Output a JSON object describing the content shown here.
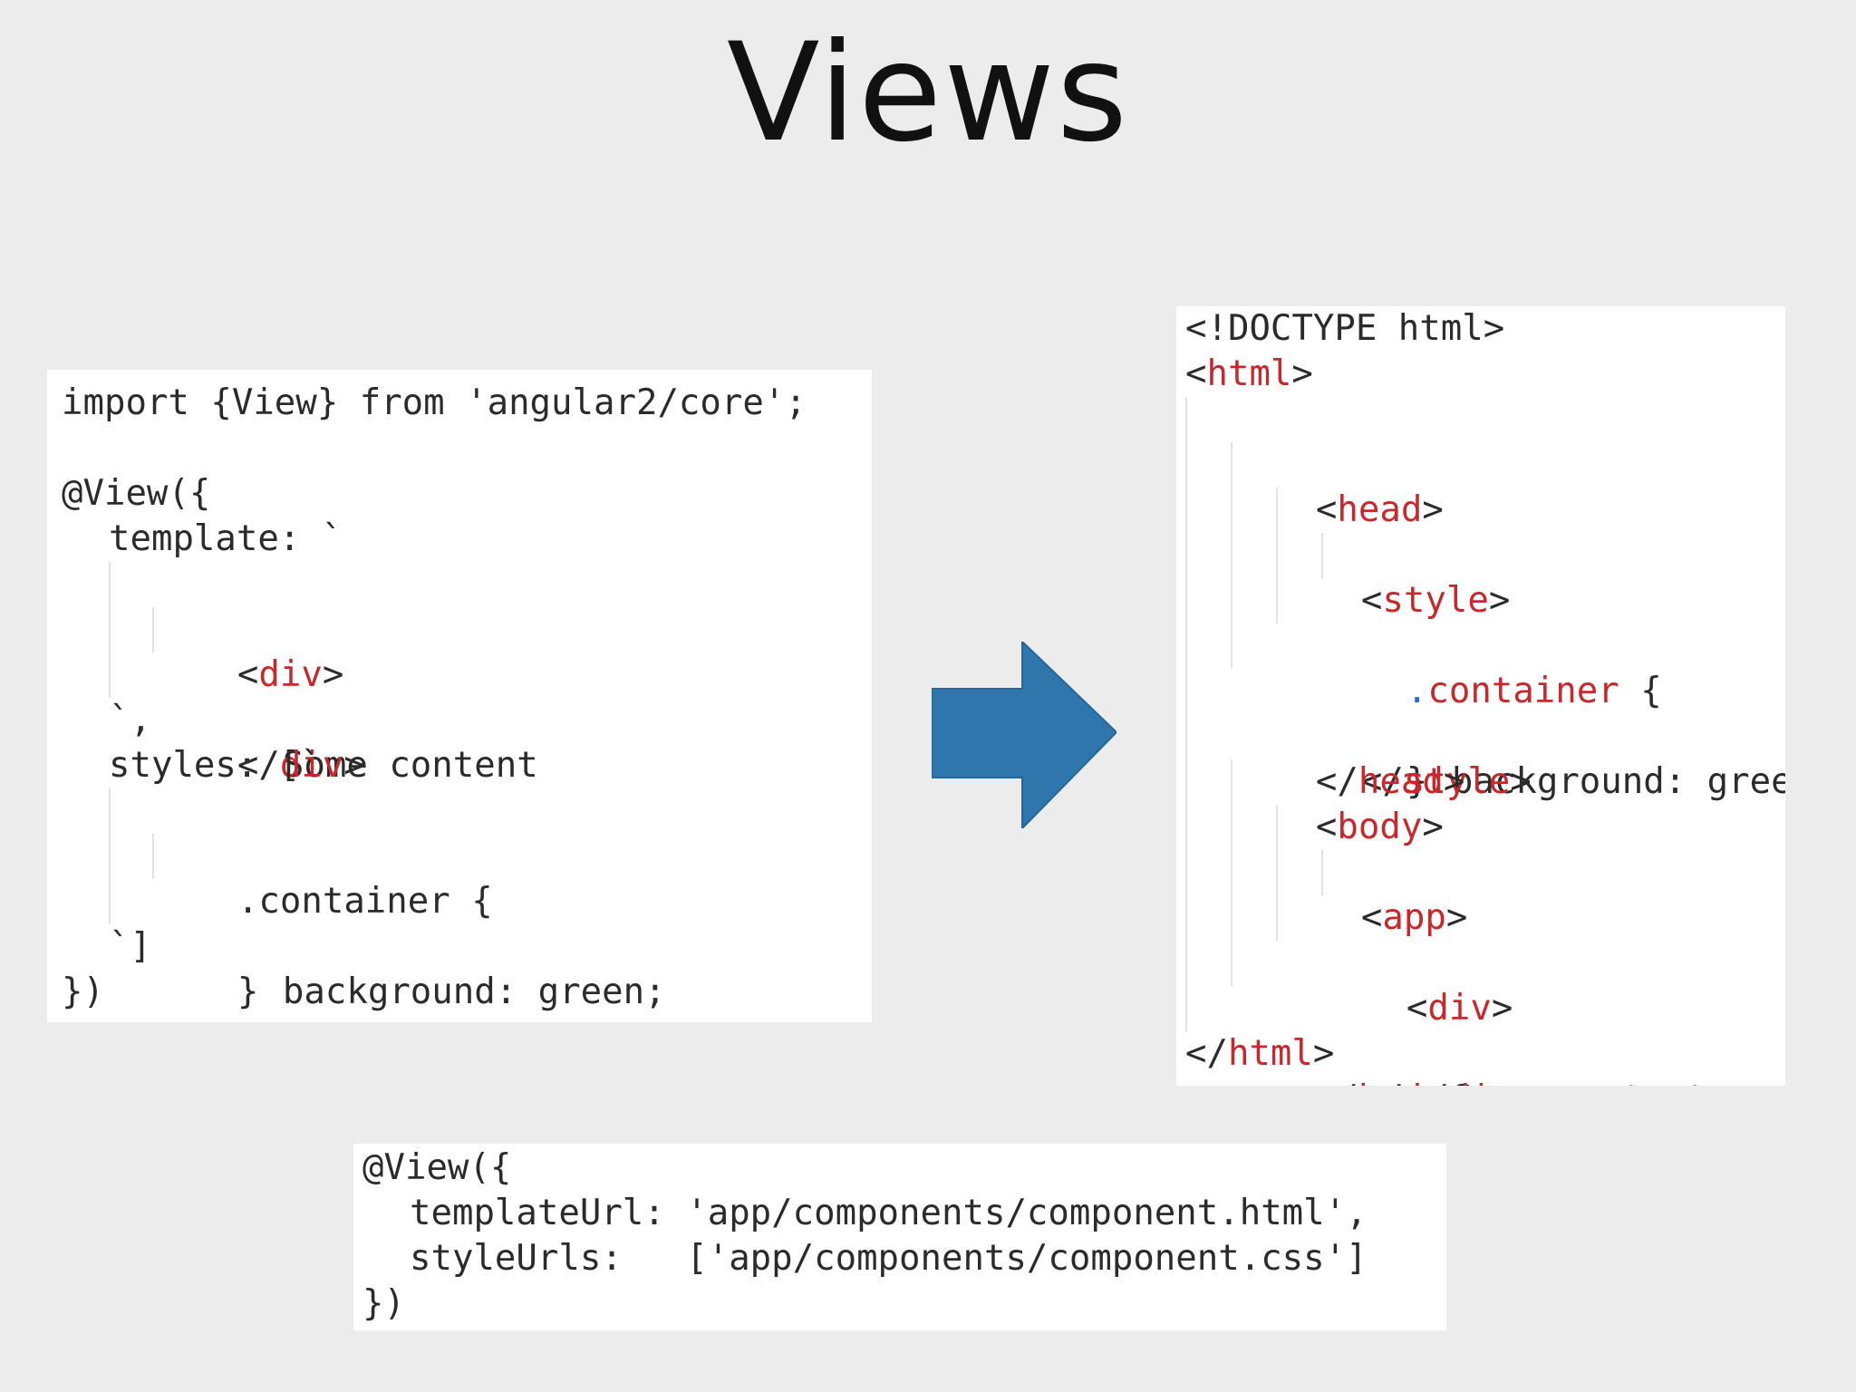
{
  "slide": {
    "title": "Views"
  },
  "colors": {
    "background": "#ececec",
    "panel": "#ffffff",
    "code_text": "#2b2b2b",
    "tag_red": "#c8282b",
    "selector_dot_blue": "#2a6fc9",
    "arrow_blue": "#2f76ad"
  },
  "left_code": {
    "line1": "import {View} from 'angular2/core';",
    "line2": "",
    "line3": "@View({",
    "line4_key": "template: `",
    "line5_open": "<",
    "line5_tag": "div",
    "line5_close": ">",
    "line6": "Some content",
    "line7_open": "</",
    "line7_tag": "div",
    "line7_close": ">",
    "line8": "`,",
    "line9": "styles: [`",
    "line10": ".container {",
    "line11": "background: green;",
    "line12": "}",
    "line13": "`]",
    "line14": "})"
  },
  "right_code": {
    "doctype": "<!DOCTYPE html>",
    "html_open_tag": "html",
    "head_open_tag": "head",
    "style_open_tag": "style",
    "selector_dot": ".",
    "selector_name": "container",
    "selector_brace": " {",
    "rule": "background: green;",
    "close_brace": "}",
    "style_close_tag": "style",
    "head_close_tag": "head",
    "body_open_tag": "body",
    "app_open_tag": "app",
    "div_open_tag": "div",
    "content": "Some content",
    "div_close_tag": "div",
    "app_close_tag": "app",
    "body_close_tag": "body",
    "html_close_tag": "html",
    "lt": "<",
    "lt_slash": "</",
    "gt": ">"
  },
  "bottom_code": {
    "line1": "@View({",
    "line2": "templateUrl: 'app/components/component.html',",
    "line3": "styleUrls:   ['app/components/component.css']",
    "line4": "})"
  },
  "icons": {
    "arrow": "right-arrow-icon"
  }
}
